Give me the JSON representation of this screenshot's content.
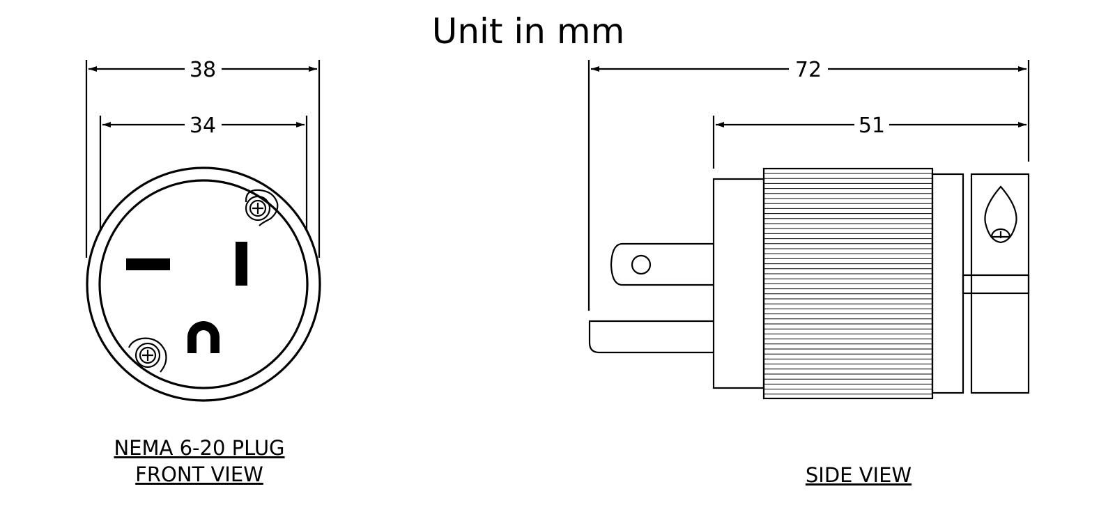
{
  "title": "Unit in mm",
  "front_view": {
    "dim_outer": "38",
    "dim_inner": "34",
    "label_line1": "NEMA 6-20 PLUG",
    "label_line2": "FRONT VIEW"
  },
  "side_view": {
    "dim_overall": "72",
    "dim_body": "51",
    "label": "SIDE VIEW"
  }
}
